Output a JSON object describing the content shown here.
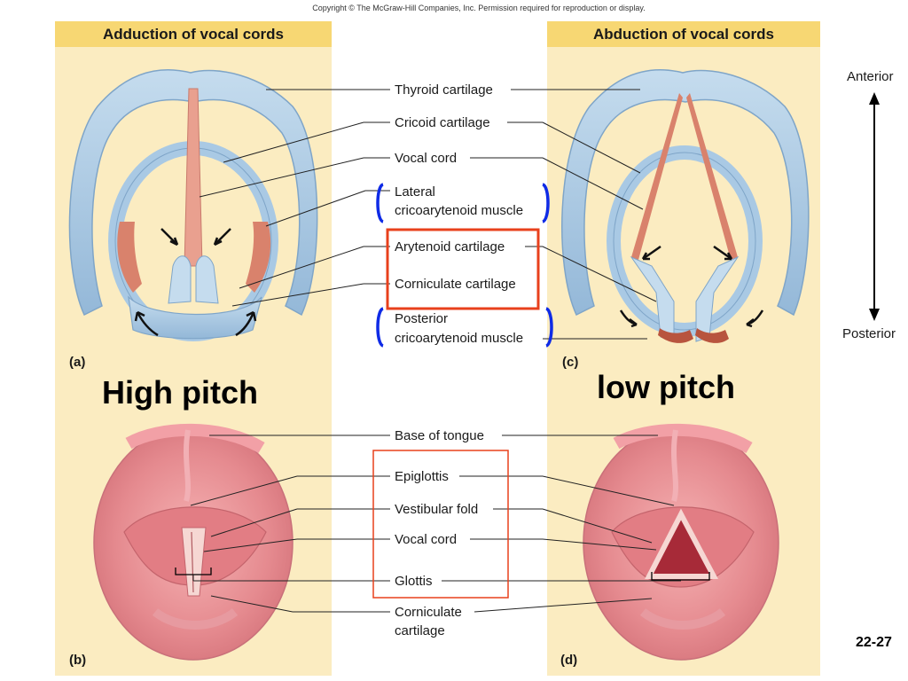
{
  "copyright": "Copyright © The McGraw-Hill Companies, Inc. Permission required for reproduction or display.",
  "panels": {
    "left_title": "Adduction of vocal cords",
    "right_title": "Abduction of vocal cords",
    "letter_a": "(a)",
    "letter_b": "(b)",
    "letter_c": "(c)",
    "letter_d": "(d)"
  },
  "pitch": {
    "high": "High pitch",
    "low": "low pitch"
  },
  "top_labels": {
    "thyroid": "Thyroid cartilage",
    "cricoid": "Cricoid cartilage",
    "vocal_cord": "Vocal cord",
    "lateral_1": "Lateral",
    "lateral_2": "cricoarytenoid muscle",
    "arytenoid": "Arytenoid cartilage",
    "corniculate": "Corniculate cartilage",
    "posterior_1": "Posterior",
    "posterior_2": "cricoarytenoid muscle"
  },
  "bottom_labels": {
    "tongue": "Base of tongue",
    "epiglottis": "Epiglottis",
    "vestibular": "Vestibular fold",
    "vocal_cord": "Vocal cord",
    "glottis": "Glottis",
    "corniculate_1": "Corniculate",
    "corniculate_2": "cartilage"
  },
  "orientation": {
    "anterior": "Anterior",
    "posterior": "Posterior"
  },
  "slide_number": "22-27",
  "colors": {
    "panel_bg": "#fbecc1",
    "title_bar": "#f7d773",
    "cartilage": "#a9c9e4",
    "muscle": "#d9826c",
    "tissue": "#e87f86",
    "bracket_blue": "#0f2be6",
    "box_red": "#e8401c"
  }
}
